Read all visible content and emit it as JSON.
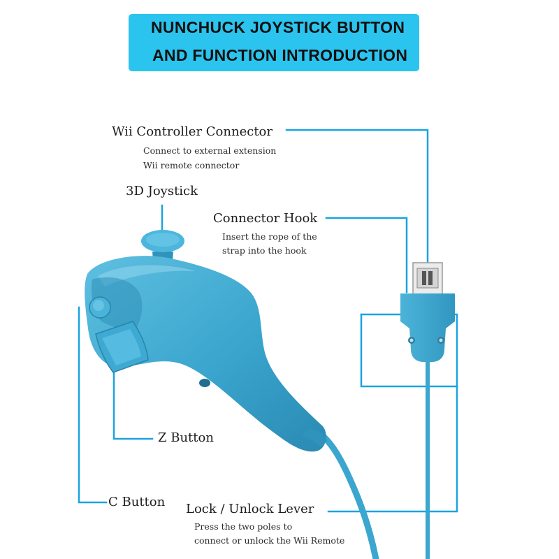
{
  "banner": {
    "line1": "NUNCHUCK  JOYSTICK  BUTTON",
    "line2": "AND FUNCTION  INTRODUCTION"
  },
  "labels": {
    "connector": {
      "title": "Wii Controller Connector",
      "desc1": "Connect to external extension",
      "desc2": "Wii remote connector"
    },
    "joystick": {
      "title": "3D Joystick"
    },
    "hook": {
      "title": "Connector Hook",
      "desc1": "Insert the rope of the",
      "desc2": "strap into the hook"
    },
    "z_button": {
      "title": "Z Button"
    },
    "c_button": {
      "title": "C Button"
    },
    "lock": {
      "title": "Lock / Unlock Lever",
      "desc1": "Press the two poles to",
      "desc2": "connect or unlock the Wii Remote"
    }
  },
  "colors": {
    "banner": "#2bc4ee",
    "callout_line": "#1aa3e0",
    "controller": "#3fa9cf",
    "controller_shadow": "#2d8fb6",
    "controller_highlight": "#6cc4e2"
  }
}
